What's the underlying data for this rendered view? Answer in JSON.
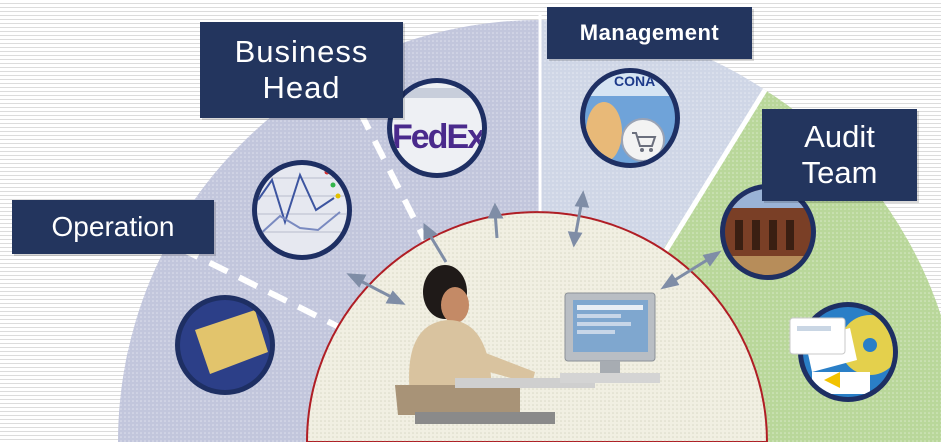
{
  "roles": {
    "business_head": "Business\nHead",
    "management": "Management",
    "audit_team": "Audit\nTeam",
    "operation": "Operation"
  },
  "logos": {
    "fedex": "FedEx",
    "conax": "CONA"
  },
  "icons": {
    "chart_thumb": "line-chart-document-icon",
    "fedex_thumb": "fedex-logo-icon",
    "shopping_thumb": "shopping-cart-icon",
    "card_thumb": "credit-card-icon",
    "building_thumb": "building-icon",
    "cd_thumb": "cd-software-icon",
    "central": "person-at-computer-icon"
  },
  "colors": {
    "label_bg": "#23355e",
    "operation_sector": "#c2c6dc",
    "management_sector": "#cfd6e6",
    "audit_sector": "#b9d79a",
    "center_fill": "#f1efe2",
    "center_border": "#b01c24"
  }
}
